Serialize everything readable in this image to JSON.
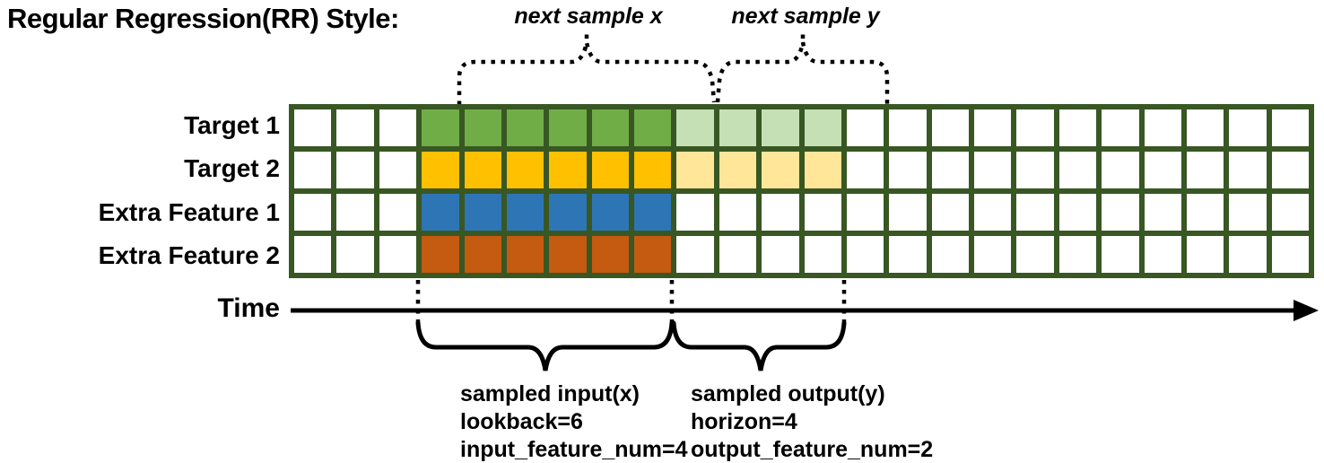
{
  "title": "Regular Regression(RR) Style:",
  "annotations": {
    "next_sample_x": "next sample x",
    "next_sample_y": "next sample y",
    "time_label": "Time",
    "input_block": {
      "title": "sampled input(x)",
      "line2": "lookback=6",
      "line3": "input_feature_num=4"
    },
    "output_block": {
      "title": "sampled output(y)",
      "line2": "horizon=4",
      "line3": "output_feature_num=2"
    }
  },
  "grid": {
    "columns": 24,
    "pre_empty_cells": 3,
    "lookback": 6,
    "horizon": 4,
    "border_color": "#385723",
    "empty_color": "#FFFFFF",
    "rows": [
      {
        "label": "Target 1",
        "input_color": "#70AD47",
        "output_color": "#C5E0B4"
      },
      {
        "label": "Target 2",
        "input_color": "#FFC000",
        "output_color": "#FFE699"
      },
      {
        "label": "Extra Feature 1",
        "input_color": "#2E75B6",
        "output_color": null
      },
      {
        "label": "Extra Feature 2",
        "input_color": "#C55A11",
        "output_color": null
      }
    ]
  },
  "colors": {
    "line_color": "#000000",
    "text_color": "#000000"
  }
}
